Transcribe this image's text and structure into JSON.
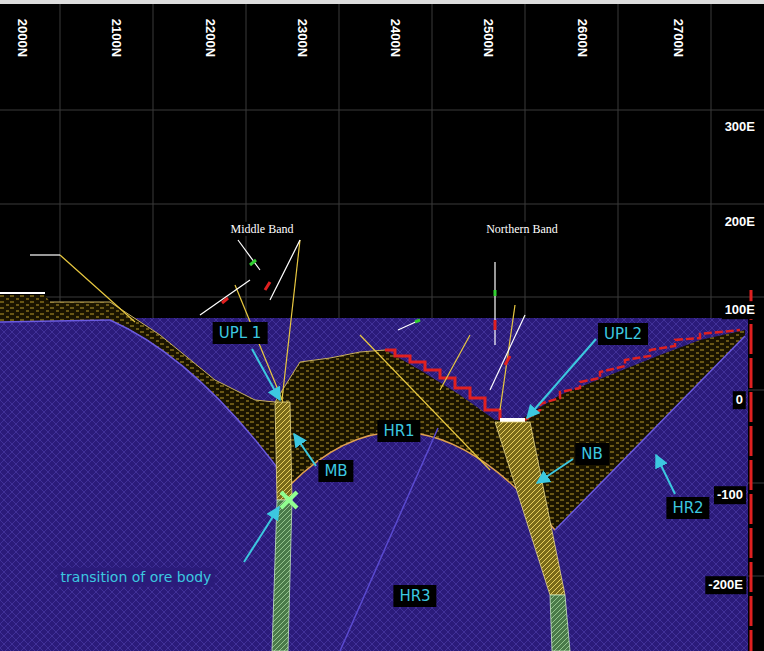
{
  "diagram": {
    "labels": [
      "2000N",
      "2100N",
      "2200N",
      "2300N",
      "2400N",
      "2500N",
      "2600N",
      "2700N",
      "300E",
      "200E",
      "100E",
      "0",
      "-100",
      "-200E",
      "Middle Band",
      "Northern Band",
      "UPL 1",
      "UPL2",
      "HR1",
      "MB",
      "NB",
      "HR2",
      "HR3",
      "transition of ore body"
    ]
  }
}
